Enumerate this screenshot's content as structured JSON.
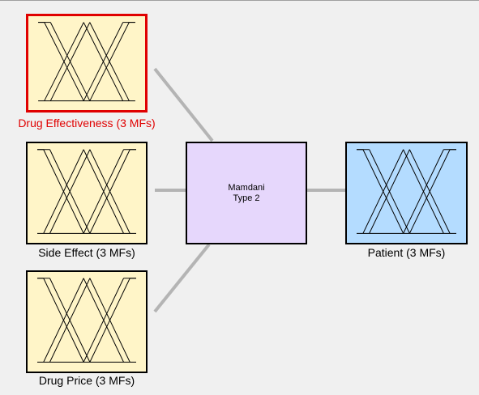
{
  "inputs": [
    {
      "label": "Drug Effectiveness (3 MFs)",
      "selected": true
    },
    {
      "label": "Side Effect (3 MFs)",
      "selected": false
    },
    {
      "label": "Drug Price (3 MFs)",
      "selected": false
    }
  ],
  "system": {
    "line1": "Mamdani",
    "line2": "Type 2"
  },
  "output": {
    "label": "Patient (3 MFs)"
  },
  "colors": {
    "input_fill": "#fff5c8",
    "output_fill": "#b4dcff",
    "system_fill": "#e6d7fc",
    "selected": "#e00000",
    "connector": "#b4b4b4"
  },
  "icons": {
    "mf_plot": "type2-triangular-membership-functions-icon"
  }
}
